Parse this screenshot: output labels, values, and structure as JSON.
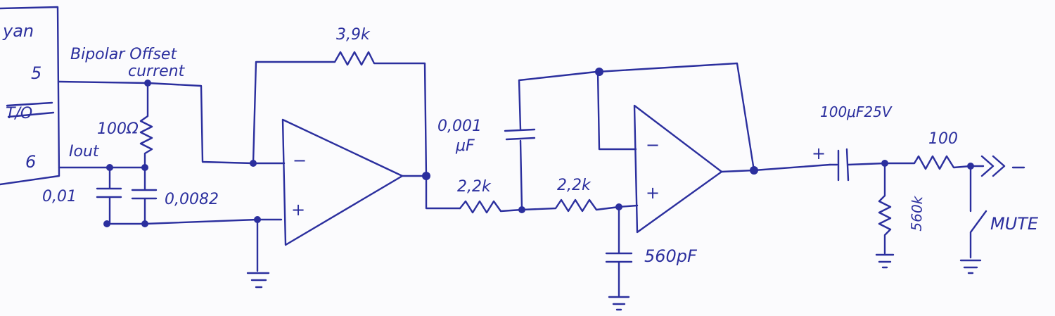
{
  "labels": {
    "chip": {
      "name": "yan",
      "pin5": "5",
      "pin_struck": "T/O",
      "pin6": "6"
    },
    "bipolar_offset_1": "Bipolar Offset",
    "bipolar_offset_2": "current",
    "iout": "Iout",
    "r_100": "100Ω",
    "c_001": "0,01",
    "c_0082": "0,0082",
    "r_feedback": "3,9k",
    "c_0001": "0,001",
    "c_0001_unit": "μF",
    "r_22k_a": "2,2k",
    "r_22k_b": "2,2k",
    "c_560pf": "560pF",
    "c_100uf": "100μF25V",
    "r_out": "100",
    "r_560k": "560k",
    "mute": "MUTE",
    "minus_1": "−",
    "plus_1": "+",
    "minus_2": "−",
    "plus_2": "+",
    "cap_plus": "+"
  }
}
